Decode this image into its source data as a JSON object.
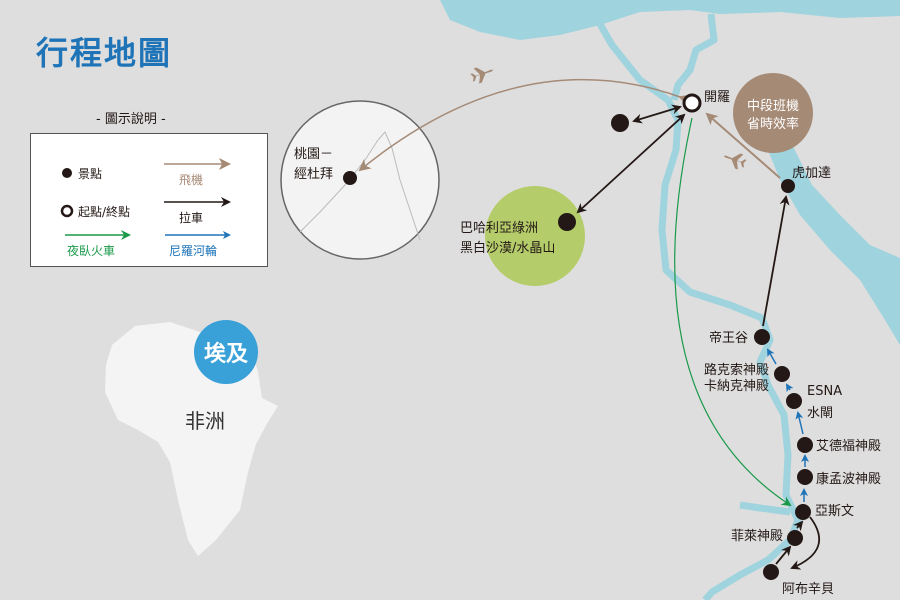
{
  "title": "行程地圖",
  "legend": {
    "heading": "- 圖示說明 -",
    "items": {
      "spot": "景點",
      "start_end": "起點/終點",
      "flight": "飛機",
      "car": "拉車",
      "night_train": "夜臥火車",
      "nile_cruise": "尼羅河輪"
    }
  },
  "inset": {
    "label_line1": "桃園－",
    "label_line2": "經杜拜"
  },
  "places": {
    "cairo": "開羅",
    "bahariya_line1": "巴哈利亞綠洲",
    "bahariya_line2": "黑白沙漠/水晶山",
    "hurghada": "虎加達",
    "valley_kings": "帝王谷",
    "luxor_line1": "路克索神殿",
    "luxor_line2": "卡納克神殿",
    "esna_line1": "ESNA",
    "esna_line2": "水閘",
    "edfu": "艾德福神殿",
    "kom_ombo": "康孟波神殿",
    "aswan": "亞斯文",
    "philae": "菲萊神殿",
    "abu_simbel": "阿布辛貝"
  },
  "callout": {
    "line1": "中段班機",
    "line2": "省時效率"
  },
  "egypt_badge": "埃及",
  "continent": "非洲",
  "colors": {
    "title": "#1f74b8",
    "flight": "#a58a76",
    "car": "#231815",
    "train": "#1a9a4a",
    "cruise": "#1f74b8",
    "river": "#9fd3de",
    "oasis": "#b5cc6a",
    "egypt": "#3aa0d8"
  }
}
